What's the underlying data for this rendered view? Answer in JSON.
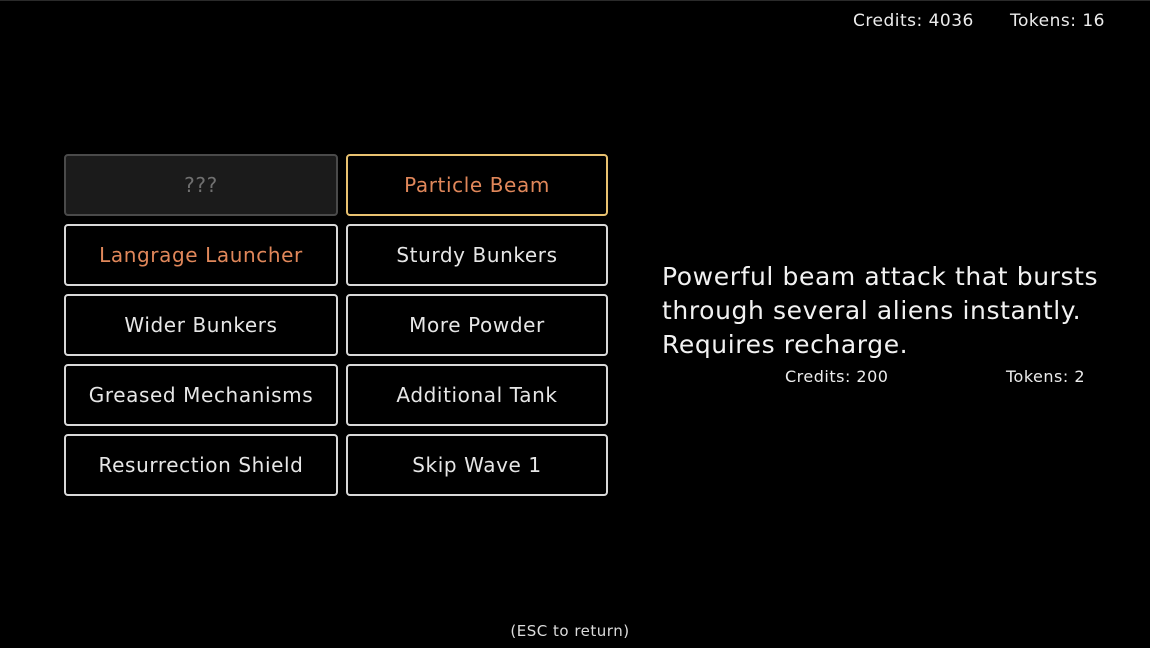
{
  "hud": {
    "credits": "Credits: 4036",
    "tokens": "Tokens: 16"
  },
  "upgrades": [
    {
      "label": "???",
      "state": "locked"
    },
    {
      "label": "Particle Beam",
      "state": "selected"
    },
    {
      "label": "Langrage Launcher",
      "state": "owned"
    },
    {
      "label": "Sturdy Bunkers",
      "state": "available"
    },
    {
      "label": "Wider Bunkers",
      "state": "available"
    },
    {
      "label": "More Powder",
      "state": "available"
    },
    {
      "label": "Greased Mechanisms",
      "state": "available"
    },
    {
      "label": "Additional Tank",
      "state": "available"
    },
    {
      "label": "Resurrection Shield",
      "state": "available"
    },
    {
      "label": "Skip Wave 1",
      "state": "available"
    }
  ],
  "details": {
    "description": "Powerful beam attack that bursts through several aliens instantly. Requires recharge.",
    "cost_credits": "Credits: 200",
    "cost_tokens": "Tokens: 2"
  },
  "footer": {
    "hint": "(ESC to return)"
  },
  "colors": {
    "background": "#000000",
    "text": "#e6e6e6",
    "highlight_text": "#e0875a",
    "selected_border": "#e8c170",
    "locked_background": "#1b1b1b"
  }
}
